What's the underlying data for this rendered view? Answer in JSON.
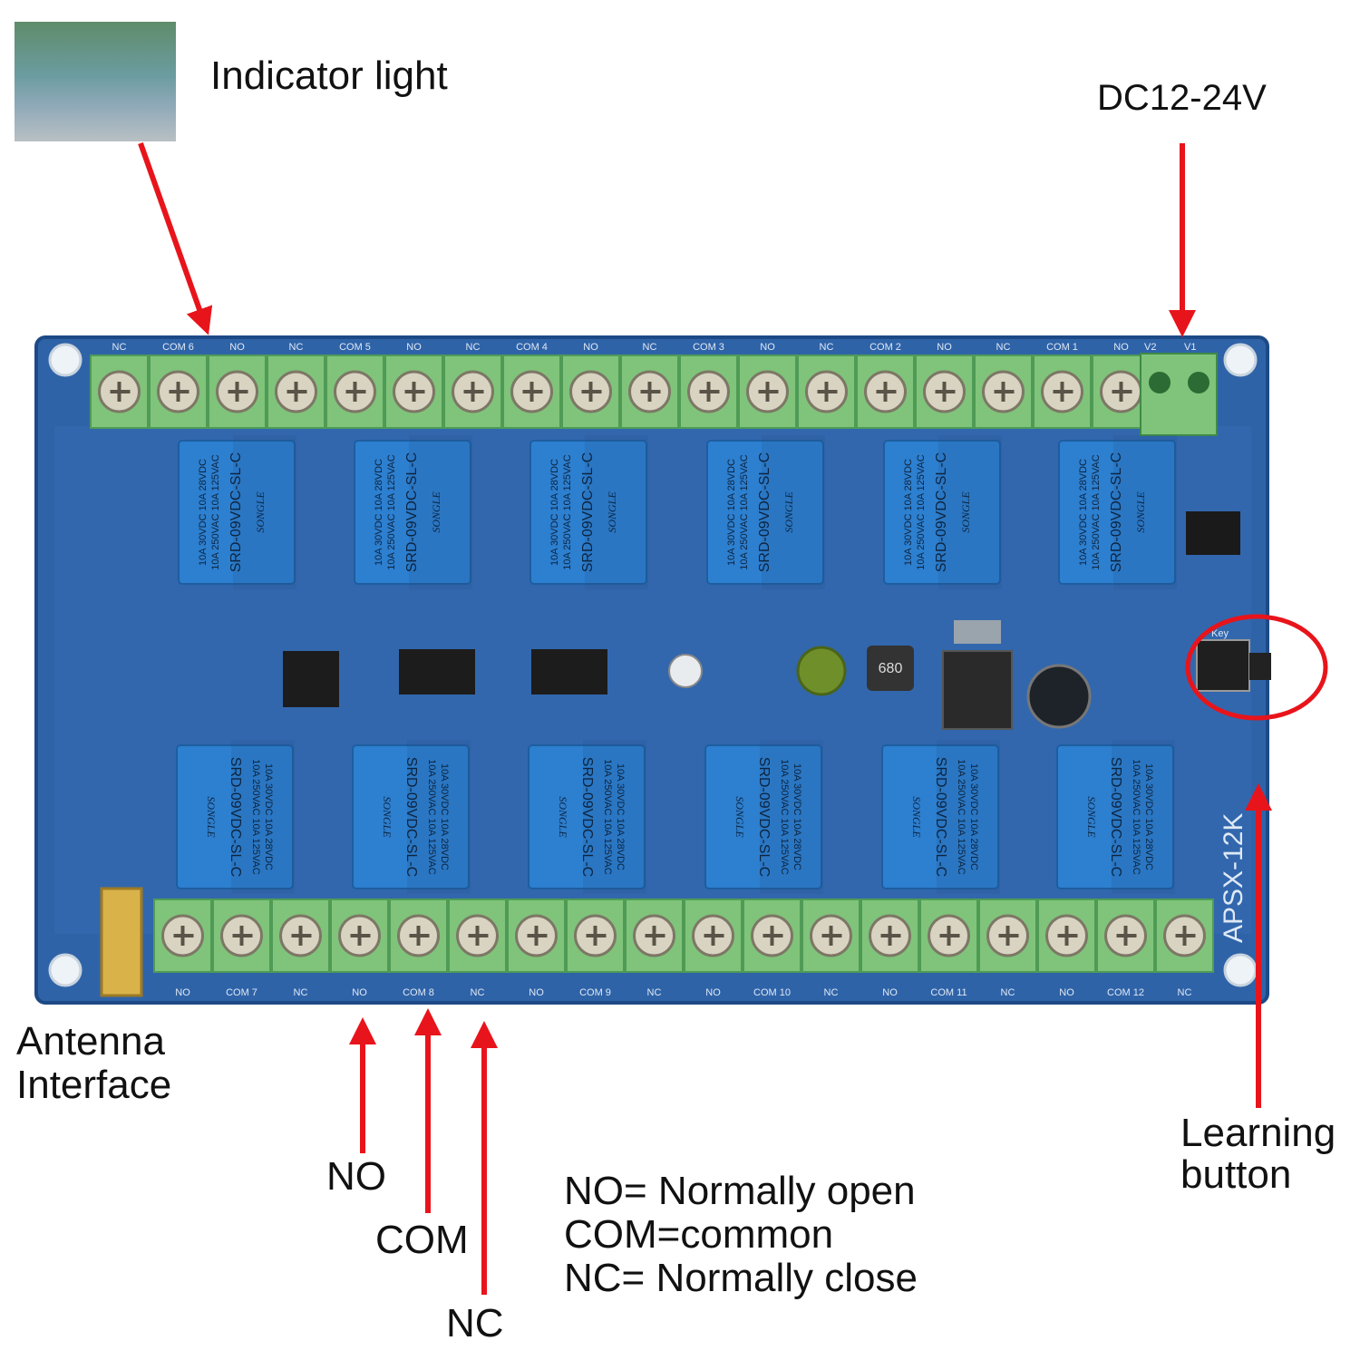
{
  "callouts": {
    "indicator_light": "Indicator light",
    "power_input": "DC12-24V",
    "antenna_line1": "Antenna",
    "antenna_line2": "Interface",
    "learning_line1": "Learning",
    "learning_line2": "button",
    "no": "NO",
    "com": "COM",
    "nc": "NC"
  },
  "legend": {
    "no": "NO= Normally open",
    "com": "COM=common",
    "nc": "NC= Normally close"
  },
  "board": {
    "top_terminal_labels": [
      "NC",
      "COM 6",
      "NO",
      "NC",
      "COM 5",
      "NO",
      "NC",
      "COM 4",
      "NO",
      "NC",
      "COM 3",
      "NO",
      "NC",
      "COM 2",
      "NO",
      "NC",
      "COM 1",
      "NO"
    ],
    "power_terminal_labels": [
      "V2",
      "V1"
    ],
    "bottom_terminal_labels": [
      "NO",
      "COM 7",
      "NC",
      "NO",
      "COM 8",
      "NC",
      "NO",
      "COM 9",
      "NC",
      "NO",
      "COM 10",
      "NC",
      "NO",
      "COM 11",
      "NC",
      "NO",
      "COM 12",
      "NC"
    ],
    "relay_text": [
      "SRD-09VDC-SL-C",
      "10A 250VAC 10A 125VAC",
      "10A 30VDC 10A 28VDC",
      "SONGLE"
    ],
    "relay_count": 12,
    "inductor_text": "680",
    "board_marking": "APSX-12K",
    "key_label": "Key",
    "colors": {
      "pcb": "#2f63a8",
      "terminal": "#7fc47a",
      "relay": "#2d7fcf",
      "arrow": "#e8141b"
    }
  }
}
